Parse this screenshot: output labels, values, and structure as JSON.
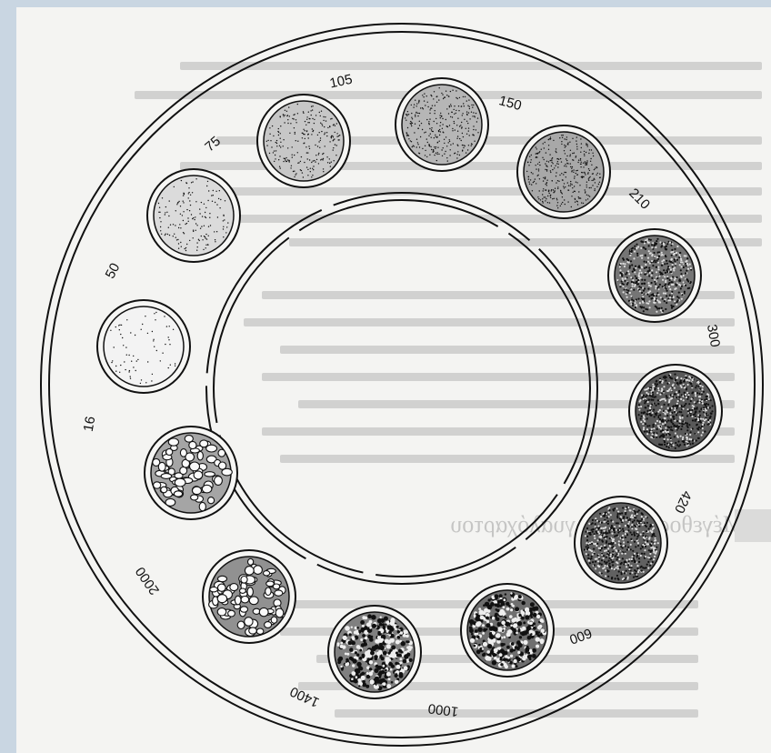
{
  "disk": {
    "samples": [
      {
        "label": "16",
        "level": 0.04,
        "pattern": "dots-sparse"
      },
      {
        "label": "50",
        "level": 0.18,
        "pattern": "dots"
      },
      {
        "label": "75",
        "level": 0.3,
        "pattern": "dots"
      },
      {
        "label": "105",
        "level": 0.4,
        "pattern": "dots"
      },
      {
        "label": "150",
        "level": 0.48,
        "pattern": "dots"
      },
      {
        "label": "210",
        "level": 0.78,
        "pattern": "dots"
      },
      {
        "label": "300",
        "level": 0.95,
        "pattern": "dots"
      },
      {
        "label": "420",
        "level": 0.9,
        "pattern": "dots"
      },
      {
        "label": "600",
        "level": 0.82,
        "pattern": "grain"
      },
      {
        "label": "1000",
        "level": 0.72,
        "pattern": "grain"
      },
      {
        "label": "1400",
        "level": 0.62,
        "pattern": "pebbles"
      },
      {
        "label": "2000",
        "level": 0.5,
        "pattern": "pebbles"
      }
    ]
  },
  "page": {
    "bleed_heading": "Μέγεθος κόκκων γυαλόχαρτου"
  },
  "colors": {
    "background": "#c9d6e2",
    "paper": "#f4f4f2",
    "ink": "#111111"
  }
}
